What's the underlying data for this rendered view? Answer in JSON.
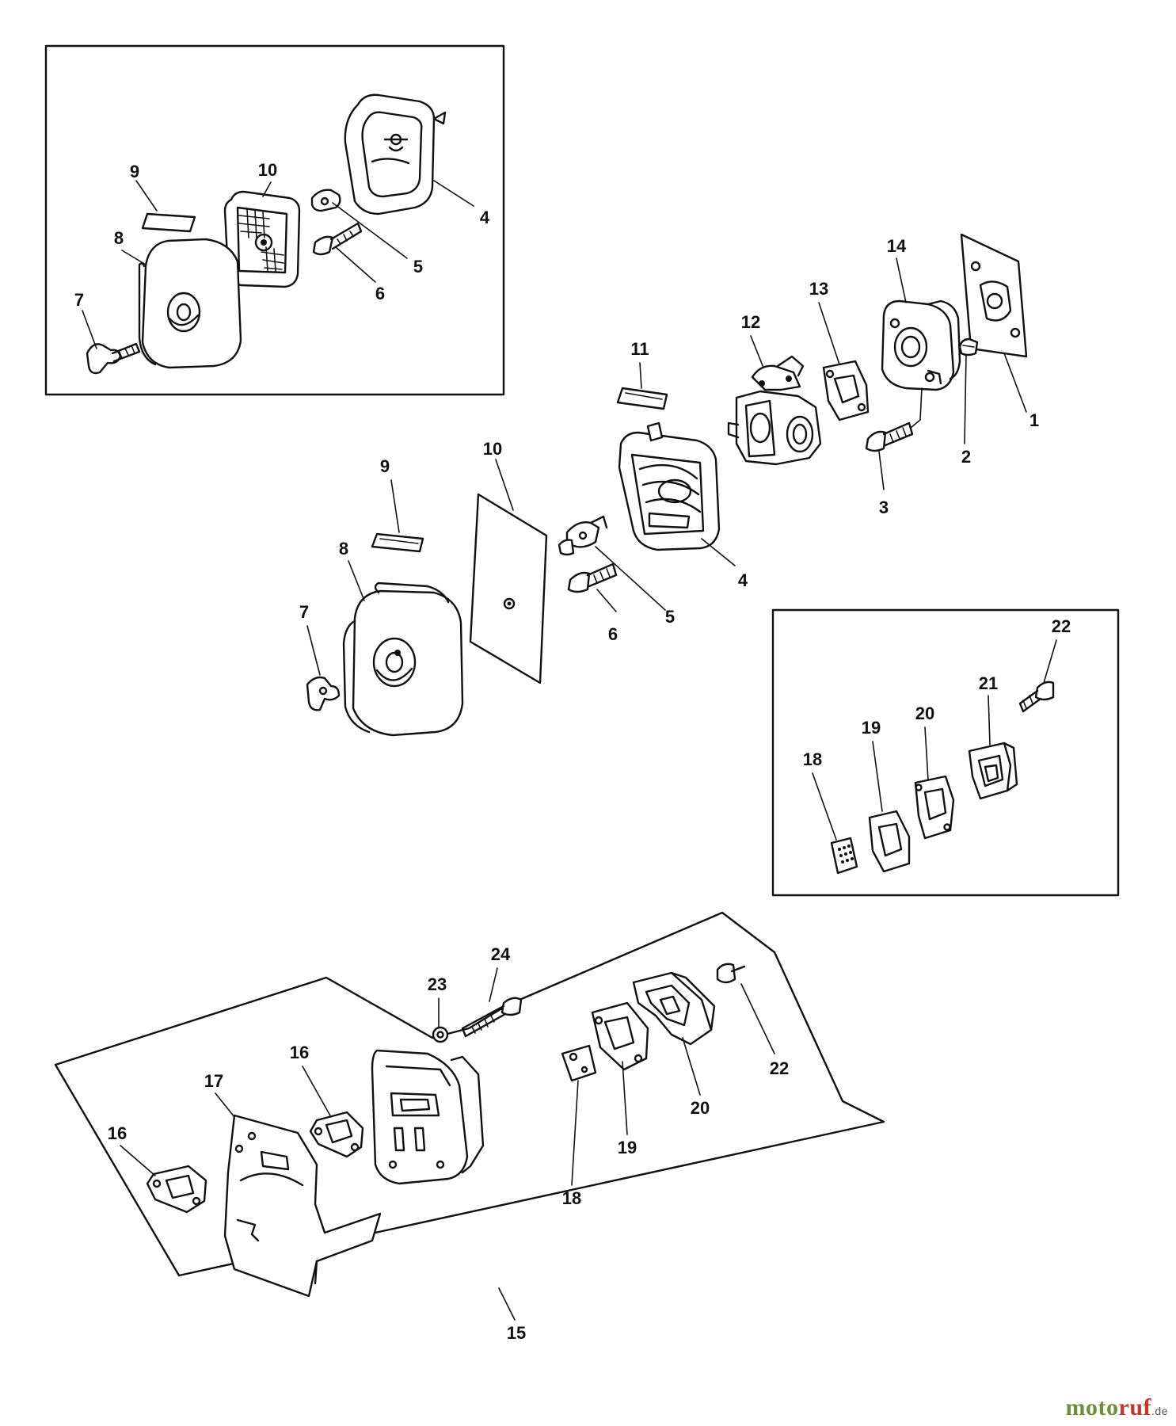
{
  "labels": {
    "inset_top": [
      "9",
      "10",
      "4",
      "8",
      "5",
      "6",
      "7"
    ],
    "main": [
      "14",
      "13",
      "12",
      "11",
      "1",
      "2",
      "3",
      "10",
      "9",
      "8",
      "7",
      "4",
      "5",
      "6"
    ],
    "inset_right": [
      "22",
      "21",
      "20",
      "19",
      "18"
    ],
    "bottom": [
      "23",
      "24",
      "16",
      "17",
      "16",
      "22",
      "20",
      "19",
      "18",
      "15"
    ]
  },
  "watermark": {
    "part_a": "moto",
    "part_b": "ruf",
    "part_c": ".de"
  },
  "colors": {
    "line": "#111111",
    "watermark_green": "#6b8f3a",
    "watermark_red": "#c0392b"
  }
}
